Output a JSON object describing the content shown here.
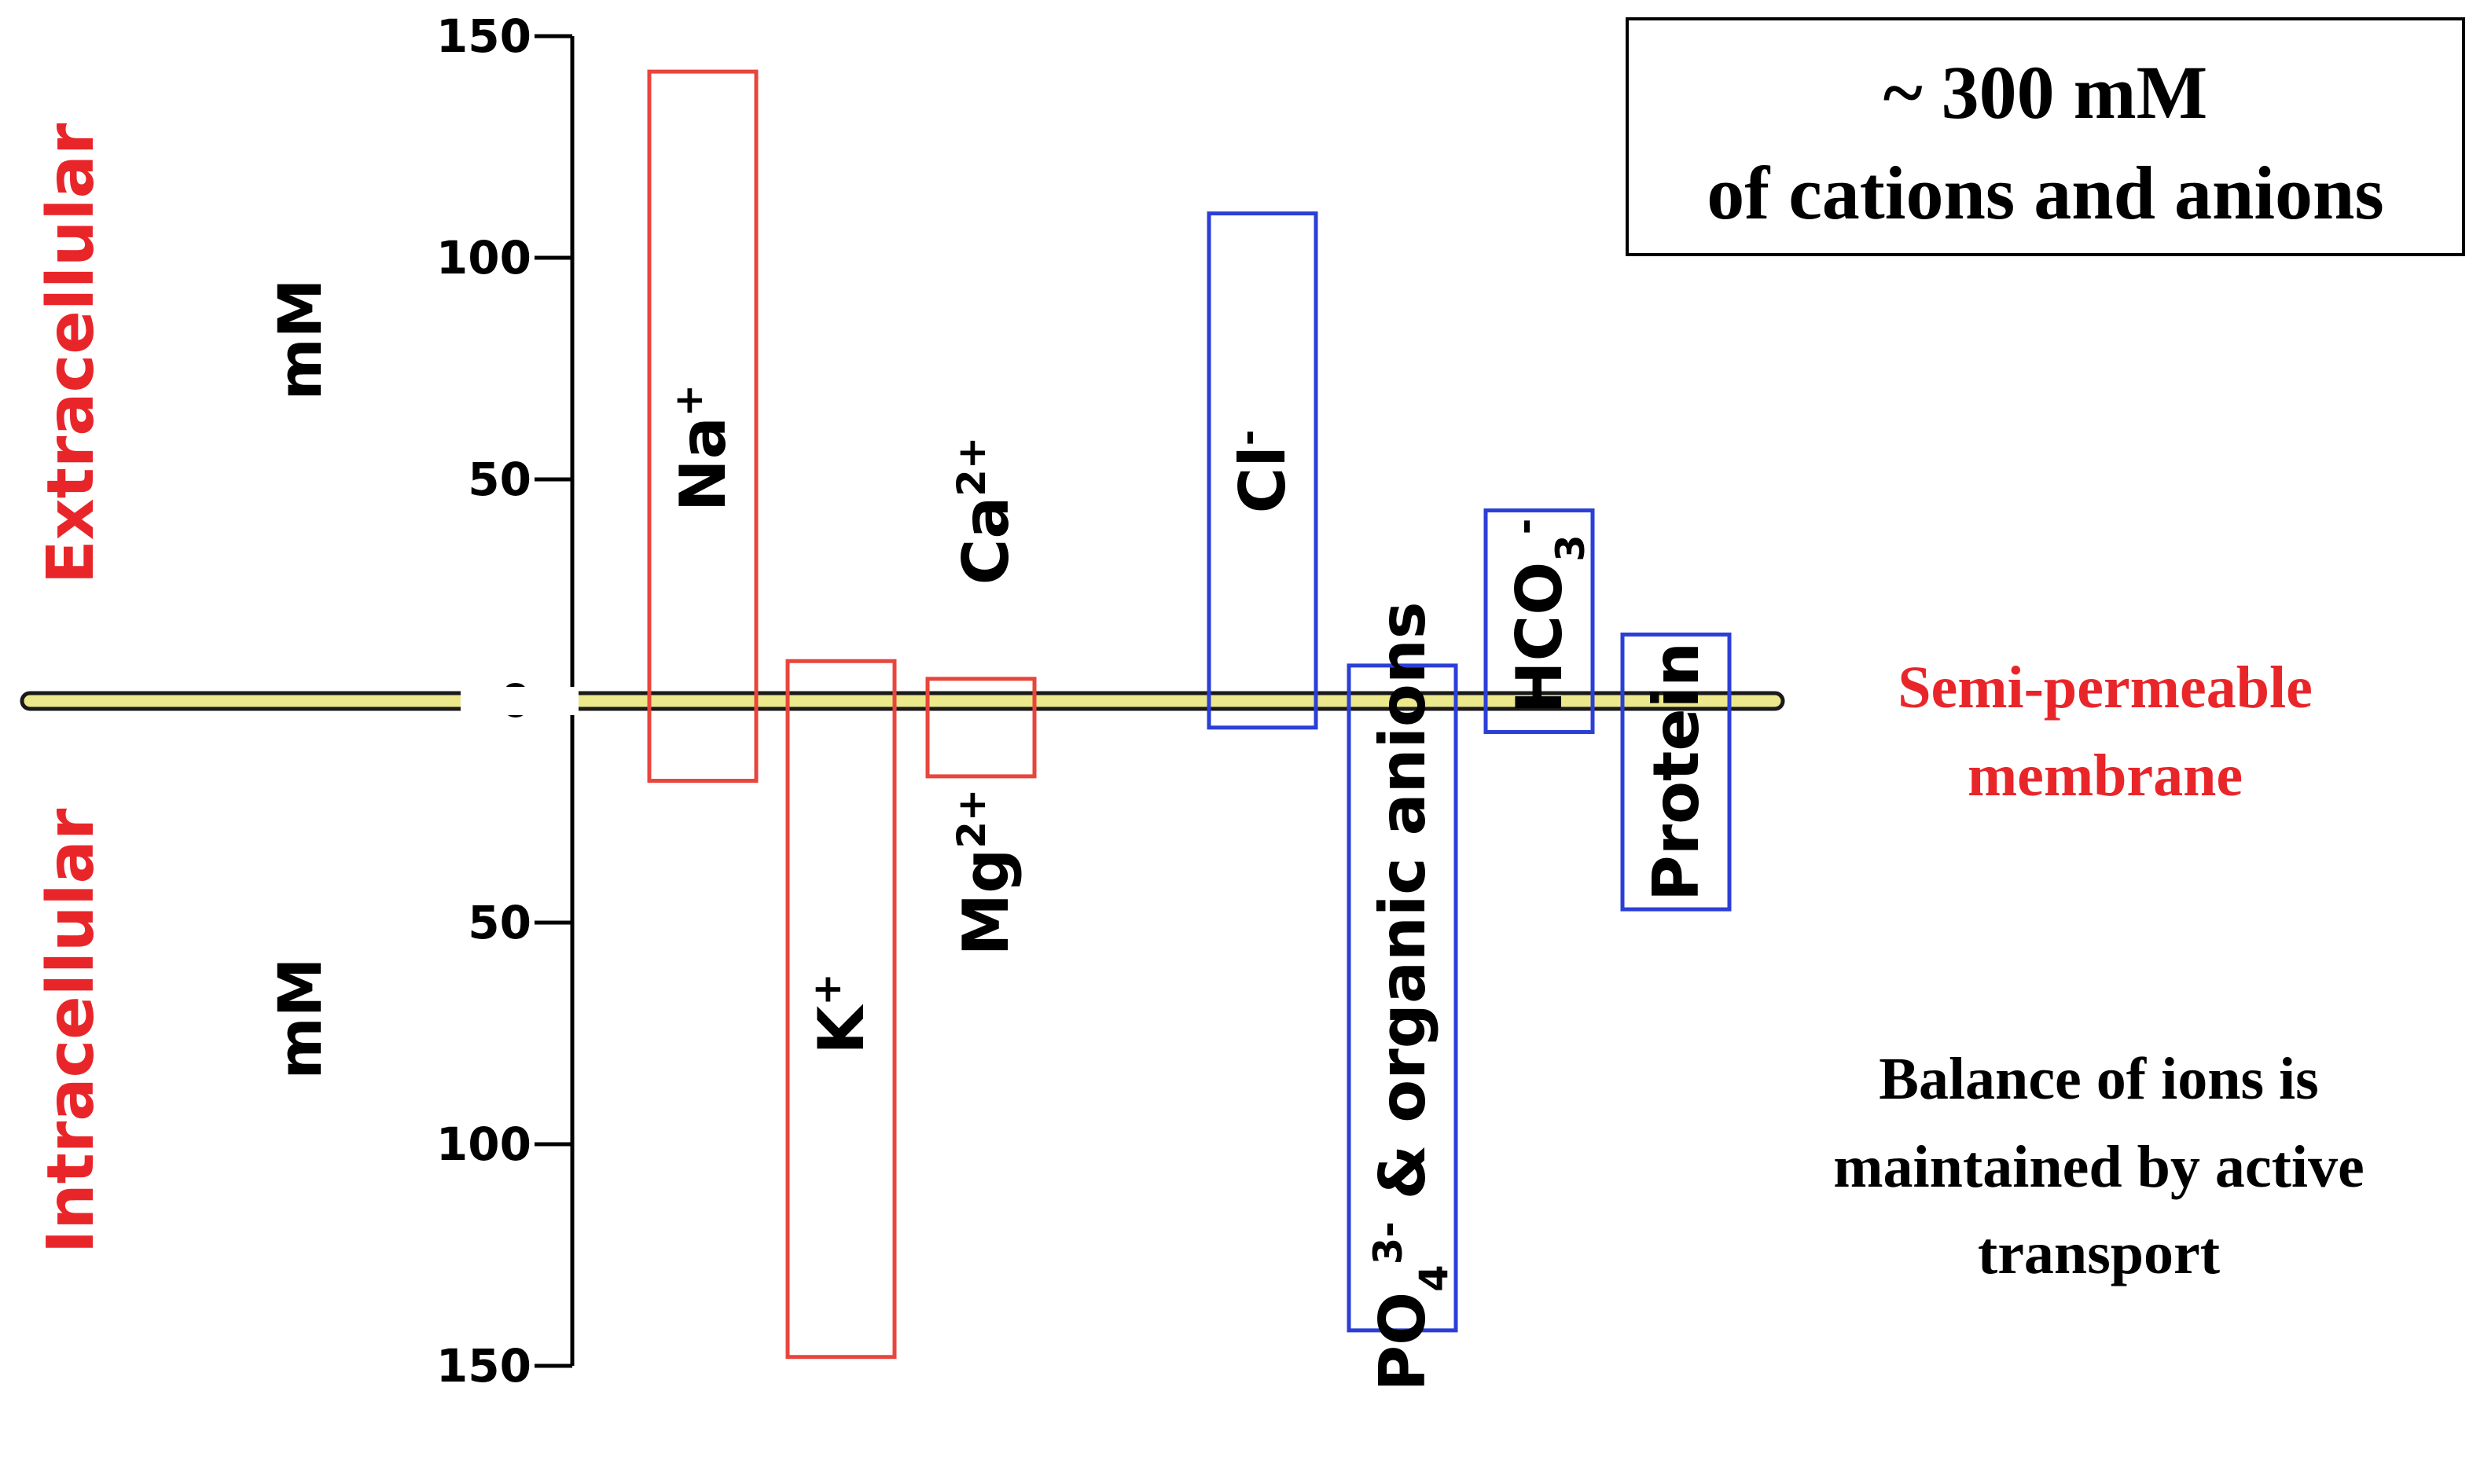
{
  "colors": {
    "cation": "#e8453c",
    "anion": "#2b3fd6",
    "side_label": "#e8262a",
    "membrane_fill": "#ece88c",
    "membrane_stroke": "#1a1a1a",
    "text": "#000000"
  },
  "labels": {
    "extracellular": "Extracellular",
    "intracellular": "Intracellular",
    "unit_upper": "mM",
    "unit_lower": "mM",
    "membrane_line1": "Semi-permeable",
    "membrane_line2": "membrane",
    "box_line1": "~ 300 mM",
    "box_line2": "of cations and anions",
    "note_line1": "Balance of ions is",
    "note_line2": "maintained by active",
    "note_line3": "transport"
  },
  "chart_data": {
    "type": "bar",
    "orientation": "diverging",
    "title": "",
    "ylabel": "mM",
    "ylim_extracellular": [
      0,
      150
    ],
    "ylim_intracellular": [
      0,
      150
    ],
    "y_ticks_extracellular": [
      "150",
      "100",
      "50",
      "0"
    ],
    "y_ticks_intracellular": [
      "50",
      "100",
      "150"
    ],
    "grid": false,
    "series": [
      {
        "ion": "Na",
        "charge": "+",
        "group": "cation",
        "extracellular": 142,
        "intracellular": 18,
        "label_base": "Na",
        "label_sup": "+"
      },
      {
        "ion": "K",
        "charge": "+",
        "group": "cation",
        "extracellular": 9,
        "intracellular": 148,
        "label_base": "K",
        "label_sup": "+"
      },
      {
        "ion": "Ca/Mg",
        "charge": "2+",
        "group": "cation",
        "extracellular": 5,
        "intracellular": 17,
        "label_base": "Ca",
        "label_sup": "2+",
        "label2_base": "Mg",
        "label2_sup": "2+"
      },
      {
        "ion": "Cl",
        "charge": "-",
        "group": "anion",
        "extracellular": 110,
        "intracellular": 6,
        "label_base": "Cl",
        "label_sup": "-"
      },
      {
        "ion": "PO4 & organic anions",
        "charge": "3-",
        "group": "anion",
        "extracellular": 8,
        "intracellular": 142,
        "label_base": "PO",
        "label_sub": "4",
        "label_sup": "3-",
        "label_rest": " & organic anions"
      },
      {
        "ion": "HCO3",
        "charge": "-",
        "group": "anion",
        "extracellular": 43,
        "intracellular": 7,
        "label_base": "HCO",
        "label_sub": "3",
        "label_sup": "-"
      },
      {
        "ion": "Protein",
        "charge": "",
        "group": "anion",
        "extracellular": 15,
        "intracellular": 47,
        "label_base": "Protein"
      }
    ]
  }
}
